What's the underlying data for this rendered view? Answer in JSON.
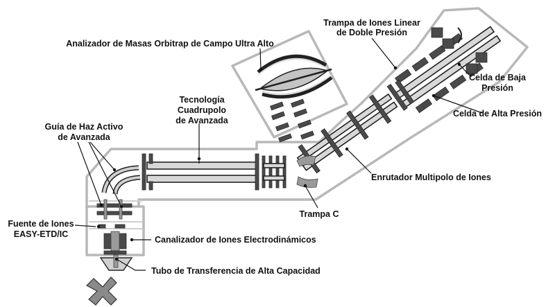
{
  "colors": {
    "outline": "#b8b8b8",
    "components": "#4a4a4a",
    "text": "#111111",
    "background": "#ffffff"
  },
  "labels": {
    "orbitrap": "Analizador de Masas Orbitrap de Campo Ultra Alto",
    "ion_trap_line1": "Trampa de Iones Linear",
    "ion_trap_line2": "de Doble Presión",
    "low_pressure_line1": "Celda de Baja",
    "low_pressure_line2": "Presión",
    "high_pressure": "Celda de Alta Presión",
    "quad_line1": "Tecnología",
    "quad_line2": "Cuadrupolo",
    "quad_line3": "de Avanzada",
    "guide_line1": "Guía de Haz Activo",
    "guide_line2": "de Avanzada",
    "router": "Enrutador Multipolo de Iones",
    "c_trap": "Trampa C",
    "source_line1": "Fuente de Iones",
    "source_line2": "EASY-ETD/IC",
    "funnel": "Canalizador de Iones Electrodinámicos",
    "transfer_tube": "Tubo de Transferencia de Alta Capacidad"
  }
}
